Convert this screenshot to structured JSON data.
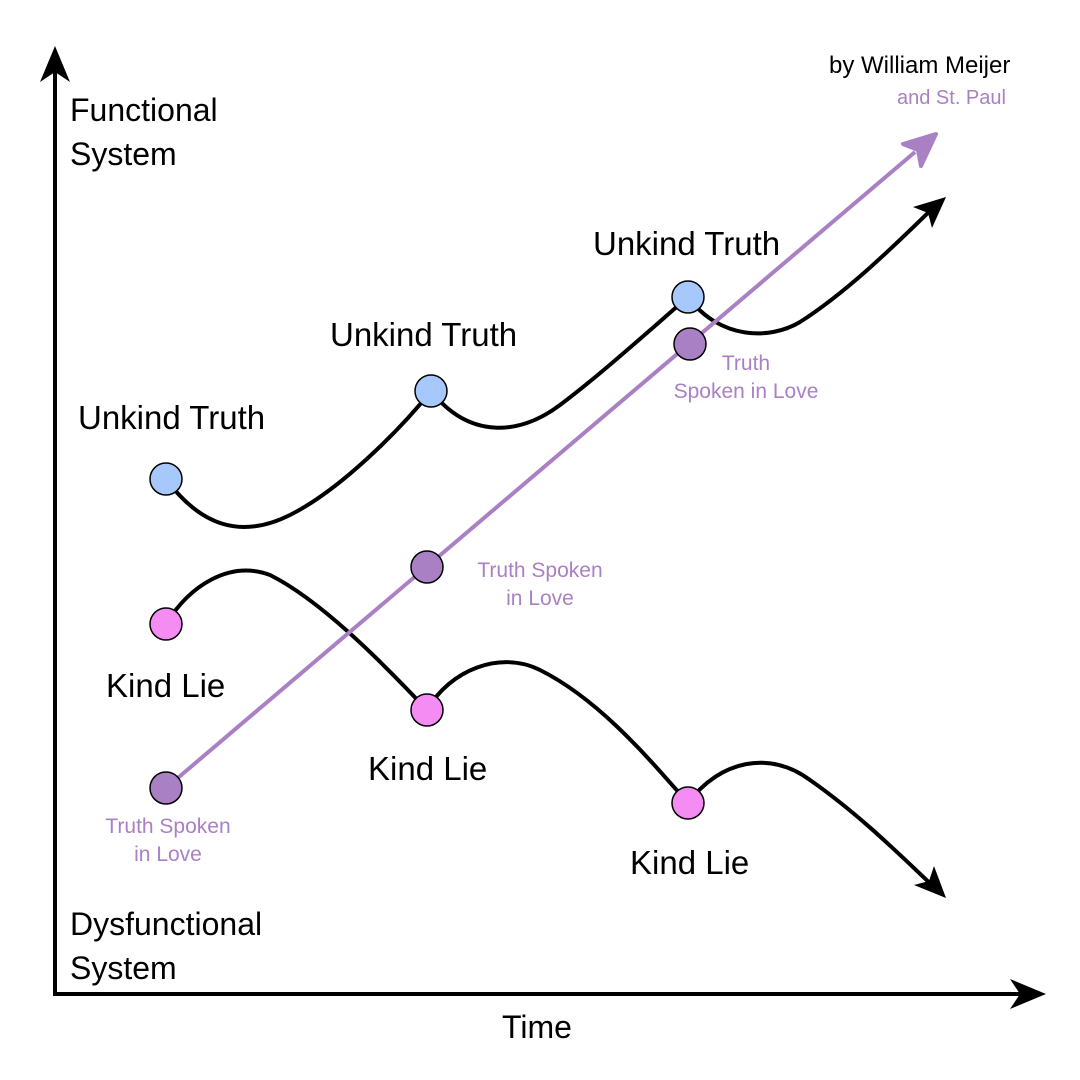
{
  "colors": {
    "axis": "#000000",
    "unkind_truth_node": "#a6c8fa",
    "kind_lie_node": "#f48cf4",
    "truth_in_love": "#a980c4",
    "truth_in_love_node": "#a980c4",
    "curve": "#000000"
  },
  "credit": {
    "author": "by William Meijer",
    "coauthor": "and St. Paul"
  },
  "axes": {
    "y_top": "Functional\nSystem",
    "y_bottom": "Dysfunctional\nSystem",
    "x": "Time"
  },
  "labels": {
    "unkind_truth": [
      "Unkind Truth",
      "Unkind Truth",
      "Unkind Truth"
    ],
    "kind_lie": [
      "Kind Lie",
      "Kind Lie",
      "Kind Lie"
    ],
    "truth_spoken_in_love": [
      "Truth Spoken\nin Love",
      "Truth Spoken\nin Love",
      "Truth\nSpoken in Love"
    ]
  },
  "series": [
    {
      "name": "Unkind Truth",
      "trend": "rising",
      "node_count": 3
    },
    {
      "name": "Kind Lie",
      "trend": "falling",
      "node_count": 3
    },
    {
      "name": "Truth Spoken in Love",
      "trend": "steadily rising",
      "node_count": 3
    }
  ]
}
